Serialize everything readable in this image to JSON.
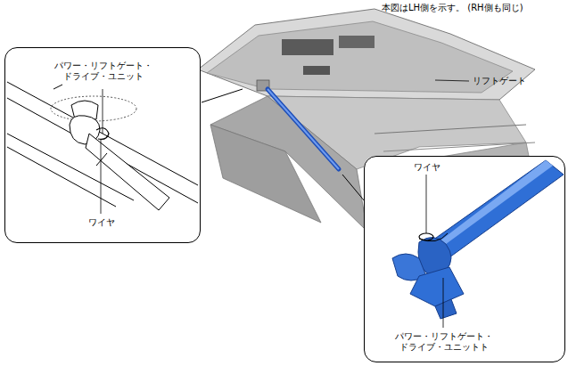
{
  "diagram": {
    "nodes": [
      {
        "text": [
          "パワー・リフトゲート・ ドライブ・ユニット",
          "ワイヤ"
        ]
      },
      {
        "text": [
          "ワイヤ",
          "パワー・リフトゲート・ ドライブ・ユニットト"
        ]
      }
    ],
    "labels": [
      "本図はLH側を示す。 (RH側も同じ)",
      "リフトゲート"
    ]
  }
}
